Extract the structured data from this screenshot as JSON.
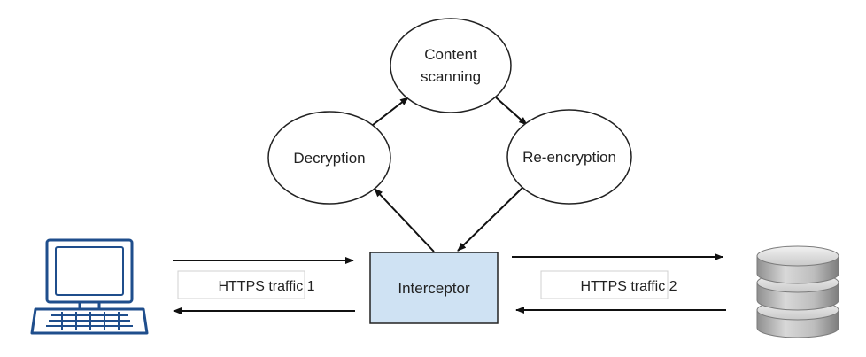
{
  "nodes": {
    "content_scanning": {
      "line1": "Content",
      "line2": "scanning"
    },
    "decryption": {
      "label": "Decryption"
    },
    "reencryption": {
      "label": "Re-encryption"
    },
    "interceptor": {
      "label": "Interceptor"
    }
  },
  "edge_labels": {
    "traffic_1": "HTTPS traffic 1",
    "traffic_2": "HTTPS traffic 2"
  },
  "icons": {
    "client": "desktop-computer-icon",
    "server": "database-server-icon"
  },
  "colors": {
    "interceptor_fill": "#cfe2f3",
    "interceptor_stroke": "#222222",
    "line": "#111111",
    "client_icon": "#1f4e8c",
    "server_icon": "#b0b0b0"
  }
}
